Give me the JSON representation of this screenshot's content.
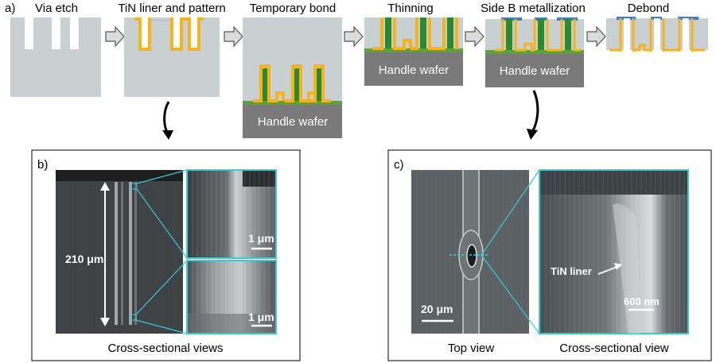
{
  "panel_a": {
    "label": "a)",
    "steps": [
      {
        "title": "Via etch"
      },
      {
        "title": "TiN liner and pattern"
      },
      {
        "title": "Temporary bond",
        "substrate": "Handle wafer"
      },
      {
        "title": "Thinning",
        "substrate": "Handle wafer"
      },
      {
        "title": "Side B metallization",
        "substrate": "Handle wafer"
      },
      {
        "title": "Debond"
      }
    ]
  },
  "panel_b": {
    "label": "b)",
    "depth_label": "210 μm",
    "scale_top": "1 μm",
    "scale_bottom": "1 μm",
    "caption": "Cross-sectional views"
  },
  "panel_c": {
    "label": "c)",
    "scale_left": "20 μm",
    "liner_label": "TiN liner",
    "scale_right": "600 nm",
    "caption_left": "Top view",
    "caption_right": "Cross-sectional view"
  },
  "colors": {
    "wafer": "#c8d0d2",
    "tin_liner": "#f7b21c",
    "metal_fill": "#2b8a2f",
    "bond_layer": "#5aa532",
    "handle_wafer": "#7a7a7a",
    "side_b_metal": "#3e7dc9",
    "callout": "#38c8d6"
  }
}
